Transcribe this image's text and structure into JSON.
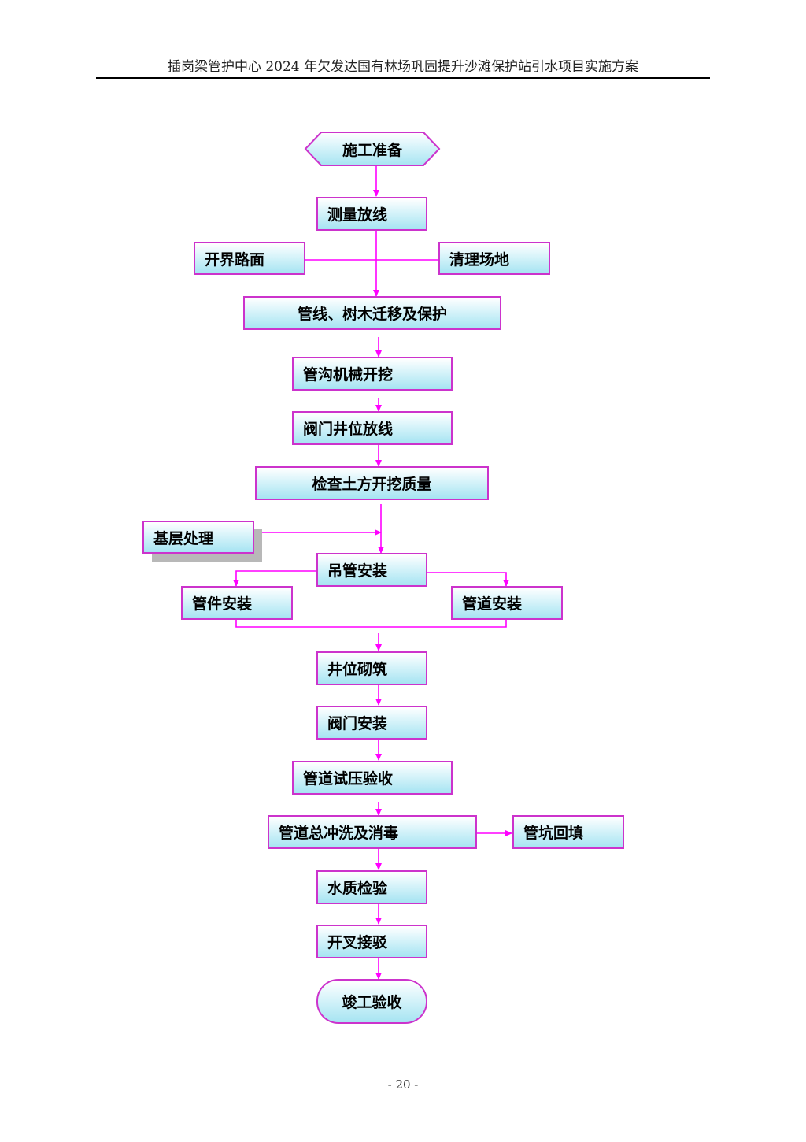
{
  "header": {
    "title": "插岗梁管护中心 2024 年欠发达国有林场巩固提升沙滩保护站引水项目实施方案"
  },
  "flowchart": {
    "start": "施工准备",
    "survey": "测量放线",
    "left_branch": "开界路面",
    "right_branch": "清理场地",
    "relocation": "管线、树木迁移及保护",
    "trench": "管沟机械开挖",
    "valve_well_layout": "阀门井位放线",
    "earthwork_check": "检查土方开挖质量",
    "base_treatment": "基层处理",
    "pipe_hoisting": "吊管安装",
    "fittings_install": "管件安装",
    "pipeline_install": "管道安装",
    "well_masonry": "井位砌筑",
    "valve_install": "阀门安装",
    "pressure_test": "管道试压验收",
    "flush_disinfect": "管道总冲洗及消毒",
    "backfill": "管坑回填",
    "water_quality": "水质检验",
    "connection": "开叉接驳",
    "completion": "竣工验收"
  },
  "page_number": "- 20 -",
  "colors": {
    "border": "#cc33cc",
    "arrow": "#ff00ff",
    "fill_top": "#ffffff",
    "fill_bottom": "#a6e4f2"
  }
}
